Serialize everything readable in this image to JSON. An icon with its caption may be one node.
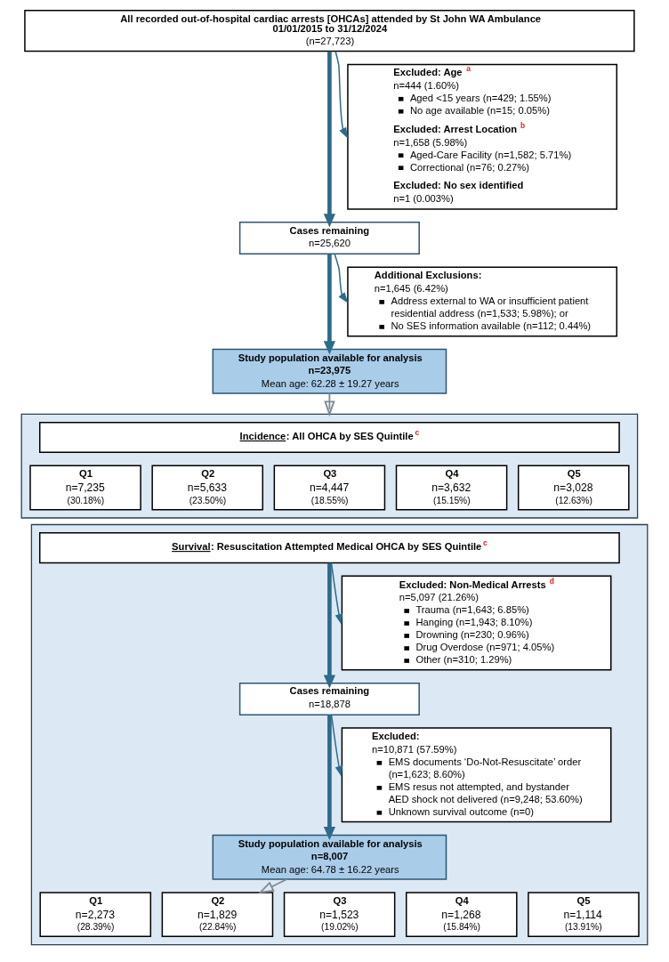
{
  "diagram": {
    "nodes": [
      {
        "text": [
          "All recorded out-of-hospital cardiac arrests [OHCAs] attended by St John WA Ambulance 01/01/2015 to 31/12/2024",
          "(n=27,723)"
        ]
      },
      {
        "text": [
          "Excluded: Age $^{a}$",
          "n=444 (1.60%)",
          "Aged <15 years (n=429; 1.55%)",
          "No age available (n=15; 0.05%)",
          "Excluded: Arrest Location $^{b}$",
          "n=1,658 (5.98%)",
          "Aged-Care Facility (n=1,582; 5.71%)",
          "Correctional (n=76; 0.27%)",
          "Excluded: No sex identified",
          "n=1 (0.003%)"
        ]
      },
      {
        "text": [
          "Cases remaining",
          "n=25,620"
        ]
      },
      {
        "text": [
          "Additional Exclusions:",
          "n=1,645 (6.42%)",
          "Address external to WA or insufficient patient residential address (n=1,533; 5.98%); or",
          "No SES information available (n=112; 0.44%)"
        ]
      },
      {
        "text": [
          "Study population available for analysis",
          "n=23,975",
          "Mean age: 62.28 ± 19.27 years"
        ]
      },
      {
        "text": [],
        "shape": "box"
      },
      {
        "text": [
          "Incidence: All OHCA by SES Quintile $^{c}$"
        ],
        "in": 5
      },
      {
        "text": [
          "Q1",
          "n=7,235",
          "(30.18%)"
        ],
        "in": 5
      },
      {
        "text": [
          "Q2",
          "n=5,633",
          "(23.50%)"
        ],
        "in": 5
      },
      {
        "text": [
          "Q3",
          "n=4,447",
          "(18.55%)"
        ],
        "in": 5
      },
      {
        "text": [
          "Q4",
          "n=3,632",
          "(15.15%)"
        ],
        "in": 5
      },
      {
        "text": [
          "Q5",
          "n=3,028",
          "(12.63%)"
        ],
        "in": 5
      },
      {
        "text": [],
        "shape": "box"
      },
      {
        "text": [
          "Survival: Resuscitation Attempted Medical OHCA by SES Quintile $^{c}$"
        ],
        "in": 12
      },
      {
        "text": [
          "Excluded: Non-Medical Arrests $^{d}$",
          "n=5,097 (21.26%)",
          "Trauma (n=1,643; 6.85%)",
          "Hanging (n=1,943; 8.10%)",
          "Drowning (n=230; 0.96%)",
          "Drug Overdose (n=971; 4.05%)",
          "Other (n=310; 1.29%)"
        ],
        "in": 12
      },
      {
        "text": [
          "Cases remaining",
          "n=18,878"
        ],
        "in": 12
      },
      {
        "text": [
          "Excluded:",
          "n=10,871 (57.59%)",
          "EMS documents ‘Do-Not-Resuscitate’ order (n=1,623; 8.60%)",
          "EMS resus not attempted, and bystander AED shock not delivered (n=9,248; 53.60%)",
          "Unknown survival outcome (n=0)"
        ],
        "in": 12
      },
      {
        "text": [
          "Study population available for analysis",
          "n=8,007",
          "Mean age: 64.78 ± 16.22 years"
        ],
        "in": 12
      },
      {
        "text": [
          "Q1",
          "n=2,273",
          "(28.39%)"
        ],
        "in": 12
      },
      {
        "text": [
          "Q2",
          "n=1,829",
          "(22.84%)"
        ],
        "in": 12
      },
      {
        "text": [
          "Q3",
          "n=1,523",
          "(19.02%)"
        ],
        "in": 12
      },
      {
        "text": [
          "Q4",
          "n=1,268",
          "(15.84%)"
        ],
        "in": 12
      },
      {
        "text": [
          "Q5",
          "n=1,114",
          "(13.91%)"
        ],
        "in": 12
      }
    ],
    "edges": [
      {
        "from": 0,
        "to": 2,
        "arrow": "to",
        "style": "thick"
      },
      {
        "from": 0,
        "to": 1,
        "arrow": "to"
      },
      {
        "from": 2,
        "to": 4,
        "arrow": "to",
        "style": "thick"
      },
      {
        "from": 2,
        "to": 3,
        "arrow": "to"
      },
      {
        "from": 4,
        "to": 5,
        "arrow": "to",
        "color": "#808a94"
      },
      {
        "from": 13,
        "to": 15,
        "arrow": "to",
        "style": "thick"
      },
      {
        "from": 13,
        "to": 14,
        "arrow": "to"
      },
      {
        "from": 15,
        "to": 17,
        "arrow": "to",
        "style": "thick"
      },
      {
        "from": 15,
        "to": 16,
        "arrow": "to"
      },
      {
        "from": 17,
        "to": 19,
        "arrow": "to",
        "color": "#808a94"
      }
    ]
  }
}
